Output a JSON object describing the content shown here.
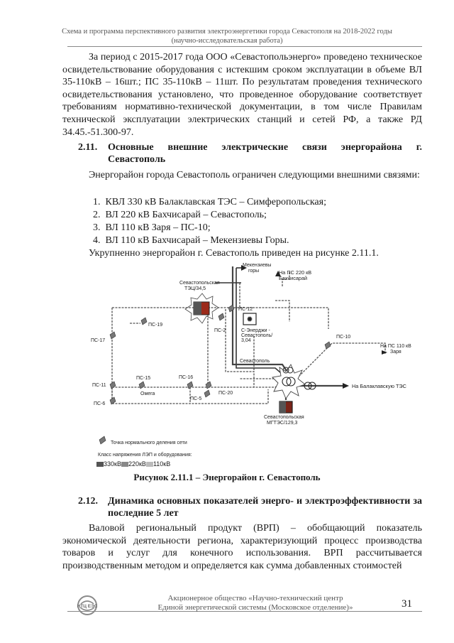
{
  "header": {
    "line1": "Схема и программа перспективного развития электроэнергетики города Севастополя на 2018-2022 годы",
    "line2": "(научно-исследовательская работа)"
  },
  "intro_paragraph": "За период с 2015-2017 года ООО «Севастопольэнерго» проведено техническое освидетельствование оборудования с истекшим сроком эксплуатации в объеме ВЛ 35-110кВ – 16шт.; ПС 35-110кВ – 11шт. По результатам проведения технического освидетельствования установлено, что проведенное оборудование соответствует требованиям нормативно-технической документации, в том числе Правилам технической эксплуатации электрических станций и сетей РФ, а также РД 34.45.-51.300-97.",
  "section_211": {
    "number": "2.11.",
    "title": "Основные внешние электрические связи энергорайона г. Севастополь",
    "lead": "Энергорайон города Севастополь ограничен следующими внешними связями:",
    "items": [
      "КВЛ 330 кВ Балаклавская ТЭС – Симферопольская;",
      "ВЛ 220 кВ Бахчисарай – Севастополь;",
      "ВЛ 110 кВ Заря – ПС-10;",
      "ВЛ 110 кВ Бахчисарай – Мекензиевы Горы."
    ],
    "figure_intro": "Укрупненно энергорайон г. Севастополь приведен на рисунке 2.11.1."
  },
  "figure": {
    "labels": {
      "mekenzievy1": "Мекензиевы",
      "mekenzievy2": "горы",
      "ps220_1": "На ПС 220 кВ",
      "ps220_2": "Бахчисарай",
      "tec1": "Севастопольская",
      "tec2": "ТЭЦ/34,5",
      "ps12": "ПС-12",
      "ps19": "ПС-19",
      "ps2": "ПС-2",
      "senergy1": "С-Энерджи -",
      "senergy2": "Севастополь/",
      "senergy3": "3,04",
      "ps10": "ПС-10",
      "zarya1": "На ПС 110 кВ",
      "zarya2": "Заря",
      "ps17": "ПС-17",
      "sevastopol": "Севастополь",
      "ps15": "ПС-15",
      "ps16": "ПС-16",
      "ps11": "ПС-11",
      "balaklava": "На Балаклавскую ТЭС",
      "omega": "Омега",
      "ps20": "ПС-20",
      "ps5": "ПС-5",
      "ps6": "ПС-6",
      "mgtes1": "Севастопольская",
      "mgtes2": "МГТЭС/129,3"
    },
    "legend": {
      "normal_break": "Точка нормального деления сети",
      "voltage_class": "Класс напряжения ЛЭП и оборудования:",
      "v330": "330кВ",
      "v220": "220кВ",
      "v110": "110кВ"
    },
    "caption": "Рисунок 2.11.1 – Энергорайон г. Севастополь"
  },
  "section_212": {
    "number": "2.12.",
    "title": "Динамика основных показателей энерго- и электроэффективности за последние 5 лет",
    "paragraph": "Валовой региональный продукт (ВРП) – обобщающий показатель экономической деятельности региона, характеризующий процесс производства товаров и услуг для конечного использования. ВРП рассчитывается производственным методом и определяется как сумма добавленных стоимостей"
  },
  "page_number": "31",
  "footer": {
    "line1": "Акционерное общество «Научно-технический центр",
    "line2": "Единой энергетической системы (Московское отделение)»",
    "logo_text": "НТЦ ЕЭС"
  },
  "colors": {
    "text": "#1a1a1a",
    "line_110": "#555555",
    "line_220": "#333333"
  }
}
